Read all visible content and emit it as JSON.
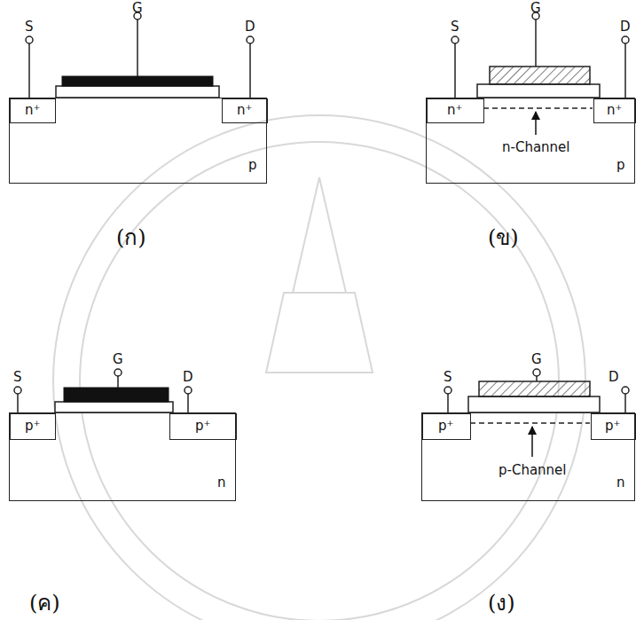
{
  "diagram": {
    "nodes": [
      {
        "text": [
          "p"
        ]
      },
      {
        "text": [
          "n⁺"
        ],
        "in": 0
      },
      {
        "text": [
          "n⁺"
        ],
        "in": 0
      },
      {
        "text": [
          "p"
        ]
      },
      {
        "text": [
          "n⁺"
        ],
        "in": 3
      },
      {
        "text": [
          "n⁺"
        ],
        "in": 3
      },
      {
        "text": [
          "n"
        ]
      },
      {
        "text": [
          "p⁺"
        ],
        "in": 6
      },
      {
        "text": [
          "p⁺"
        ],
        "in": 6
      },
      {
        "text": [
          "n"
        ]
      },
      {
        "text": [
          "p⁺"
        ],
        "in": 9
      },
      {
        "text": [
          "p⁺"
        ],
        "in": 9
      }
    ],
    "labels": [
      "S",
      "G",
      "D",
      "(ก)",
      "S",
      "G",
      "D",
      "n-Channel",
      "(ข)",
      "S",
      "G",
      "D",
      "(ค)",
      "S",
      "G",
      "D",
      "p-Channel",
      "(ง)"
    ]
  }
}
